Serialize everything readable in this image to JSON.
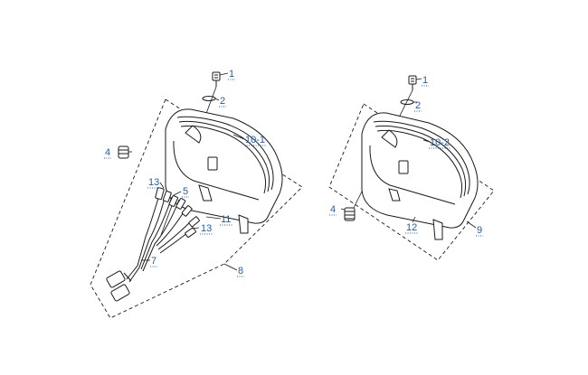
{
  "callouts": {
    "a1": "1",
    "a2": "2",
    "a4": "4",
    "a10": "10-1",
    "a13a": "13",
    "a5": "5",
    "a11": "11",
    "a13b": "13",
    "a7": "7",
    "a8": "8",
    "b1": "1",
    "b2": "2",
    "b10": "10-2",
    "b4": "4",
    "b12": "12",
    "b9": "9"
  },
  "colors": {
    "callout": "#1f5fa8",
    "line": "#1a1a1a"
  }
}
